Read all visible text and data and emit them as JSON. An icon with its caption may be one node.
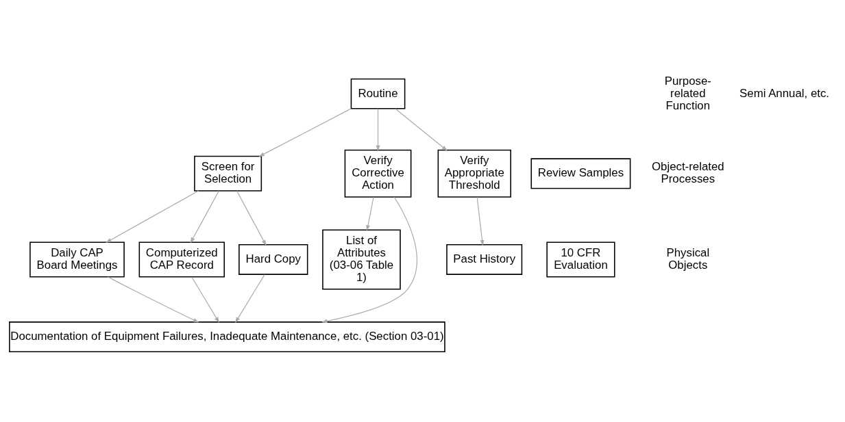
{
  "diagram": {
    "nodes": [
      {
        "text": [
          "Routine"
        ]
      },
      {
        "text": [
          "Screen for Selection"
        ]
      },
      {
        "text": [
          "Verify Corrective Action"
        ]
      },
      {
        "text": [
          "Verify Appropriate Threshold"
        ]
      },
      {
        "text": [
          "Review Samples"
        ]
      },
      {
        "text": [
          "10 CFR Evaluation"
        ]
      },
      {
        "text": [
          "Daily CAP Board Meetings"
        ]
      },
      {
        "text": [
          "Computerized CAP Record"
        ]
      },
      {
        "text": [
          "Hard Copy"
        ]
      },
      {
        "text": [
          "List of Attributes (03-06 Table 1)"
        ]
      },
      {
        "text": [
          "Past History"
        ]
      },
      {
        "text": [
          "Documentation of Equipment Failures, Inadequate Maintenance, etc. (Section 03-01)"
        ]
      }
    ],
    "edges": [
      {
        "from": 0,
        "to": 1,
        "arrow": "to"
      },
      {
        "from": 0,
        "to": 2,
        "arrow": "to"
      },
      {
        "from": 0,
        "to": 3,
        "arrow": "to"
      },
      {
        "from": 1,
        "to": 6,
        "arrow": "to"
      },
      {
        "from": 1,
        "to": 7,
        "arrow": "to"
      },
      {
        "from": 1,
        "to": 8,
        "arrow": "to"
      },
      {
        "from": 2,
        "to": 9,
        "arrow": "to"
      },
      {
        "from": 3,
        "to": 10,
        "arrow": "to"
      },
      {
        "from": 6,
        "to": 11,
        "arrow": "to"
      },
      {
        "from": 7,
        "to": 11,
        "arrow": "to"
      },
      {
        "from": 8,
        "to": 11,
        "arrow": "to"
      },
      {
        "from": 2,
        "to": 11,
        "arrow": "to"
      }
    ],
    "labels": [
      "Purpose-related Function",
      "Semi Annual, etc.",
      "Object-related Processes",
      "Physical Objects"
    ]
  }
}
